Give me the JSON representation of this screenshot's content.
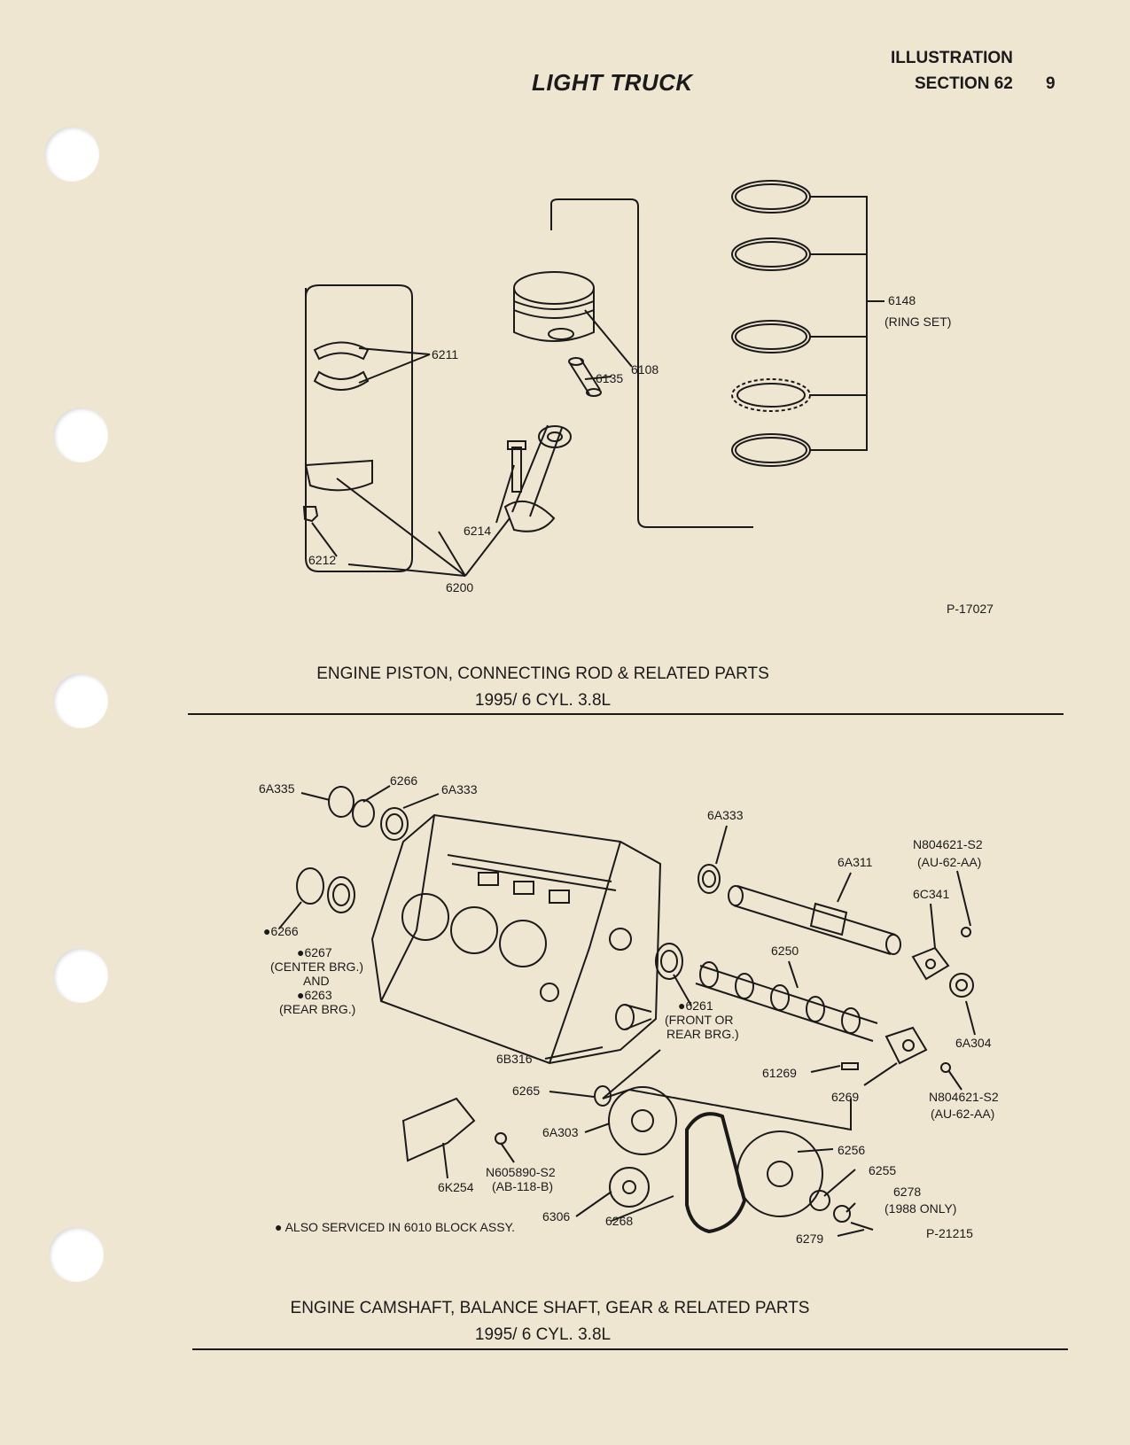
{
  "header": {
    "title": "LIGHT TRUCK",
    "illustration": "ILLUSTRATION",
    "section": "SECTION 62",
    "page_number": "9"
  },
  "figure1": {
    "ref": "P-17027",
    "caption_line1": "ENGINE PISTON, CONNECTING ROD & RELATED PARTS",
    "caption_line2": "1995/ 6 CYL. 3.8L",
    "labels": {
      "l6148": "6148",
      "ring_set": "(RING SET)",
      "l6211": "6211",
      "l6108": "6108",
      "l6135": "6135",
      "l6214": "6214",
      "l6212": "6212",
      "l6200": "6200"
    }
  },
  "figure2": {
    "ref": "P-21215",
    "caption_line1": "ENGINE CAMSHAFT, BALANCE SHAFT, GEAR & RELATED PARTS",
    "caption_line2": "1995/ 6 CYL. 3.8L",
    "footnote": "● ALSO SERVICED IN 6010 BLOCK ASSY.",
    "labels": {
      "l6a335": "6A335",
      "l6266a": "6266",
      "l6a333a": "6A333",
      "l6a333b": "6A333",
      "n804621a": "N804621-S2",
      "au62a": "(AU-62-AA)",
      "l6a311": "6A311",
      "l6c341": "6C341",
      "l6266b": "●6266",
      "l6267": "●6267",
      "center_brg": "(CENTER BRG.)",
      "and": "AND",
      "l6263": "●6263",
      "rear_brg": "(REAR BRG.)",
      "l6250": "6250",
      "l6261": "●6261",
      "front_or": "(FRONT OR",
      "rear_brg2": "REAR BRG.)",
      "l6a304": "6A304",
      "l6b316": "6B316",
      "l61269": "61269",
      "l6269": "6269",
      "n804621b": "N804621-S2",
      "au62b": "(AU-62-AA)",
      "l6265": "6265",
      "l6a303": "6A303",
      "l6256": "6256",
      "l6255": "6255",
      "n605890": "N605890-S2",
      "ab118": "(AB-118-B)",
      "l6k254": "6K254",
      "l6278": "6278",
      "only1988": "(1988 ONLY)",
      "l6306": "6306",
      "l6268": "6268",
      "l6279": "6279"
    }
  }
}
